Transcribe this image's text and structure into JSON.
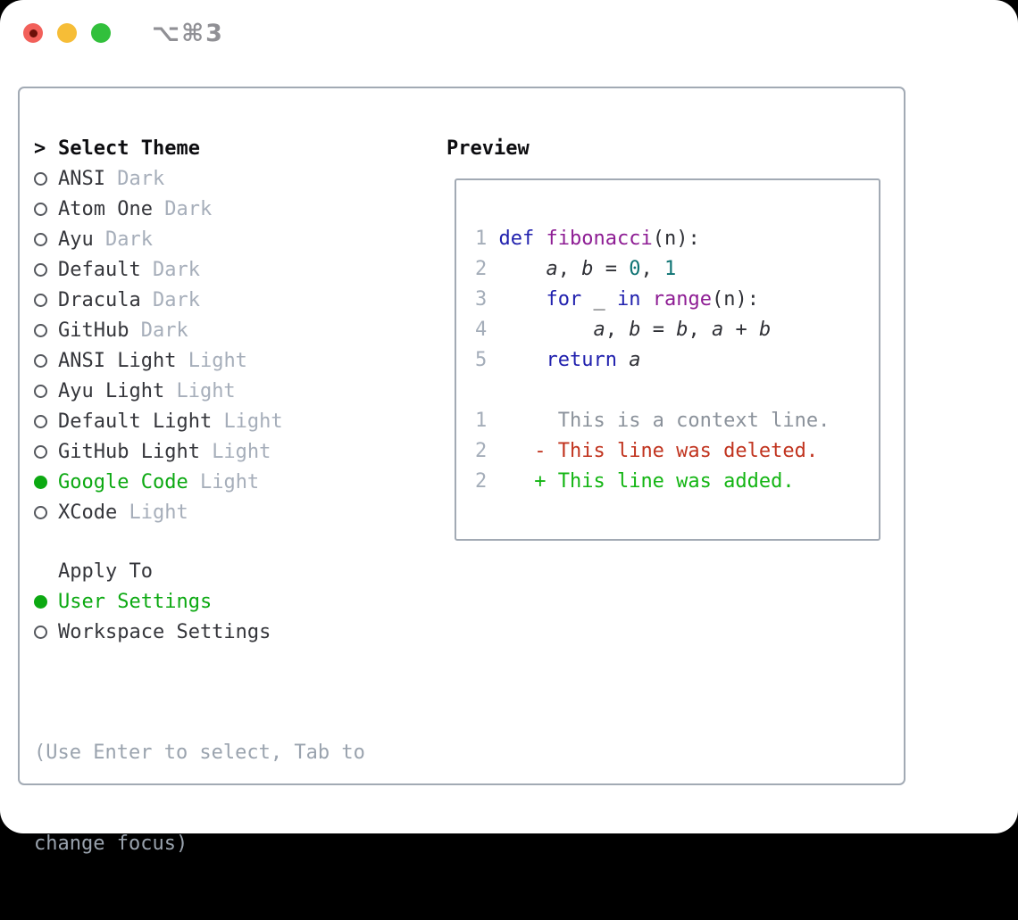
{
  "window": {
    "title": "⌥⌘3"
  },
  "traffic_lights": {
    "close": "#f2605a",
    "minimize": "#f6bd37",
    "zoom": "#32c03c"
  },
  "theme_panel": {
    "header": {
      "prompt": ">",
      "label": "Select Theme"
    },
    "themes": [
      {
        "name": "ANSI",
        "variant": "Dark",
        "selected": false
      },
      {
        "name": "Atom One",
        "variant": "Dark",
        "selected": false
      },
      {
        "name": "Ayu",
        "variant": "Dark",
        "selected": false
      },
      {
        "name": "Default",
        "variant": "Dark",
        "selected": false
      },
      {
        "name": "Dracula",
        "variant": "Dark",
        "selected": false
      },
      {
        "name": "GitHub",
        "variant": "Dark",
        "selected": false
      },
      {
        "name": "ANSI Light",
        "variant": "Light",
        "selected": false
      },
      {
        "name": "Ayu Light",
        "variant": "Light",
        "selected": false
      },
      {
        "name": "Default Light",
        "variant": "Light",
        "selected": false
      },
      {
        "name": "GitHub Light",
        "variant": "Light",
        "selected": false
      },
      {
        "name": "Google Code",
        "variant": "Light",
        "selected": true
      },
      {
        "name": "XCode",
        "variant": "Light",
        "selected": false
      }
    ],
    "apply_to": {
      "header": "Apply To",
      "options": [
        {
          "label": "User Settings",
          "selected": true
        },
        {
          "label": "Workspace Settings",
          "selected": false
        }
      ]
    },
    "help_lines": [
      "(Use Enter to select, Tab to",
      "change focus)"
    ]
  },
  "preview": {
    "header": "Preview",
    "lines": [
      [
        {
          "c": "num",
          "t": "1 "
        },
        {
          "c": "kwd",
          "t": "def "
        },
        {
          "c": "fn",
          "t": "fibonacci"
        },
        {
          "c": "pln",
          "t": "(n):"
        }
      ],
      [
        {
          "c": "num",
          "t": "2 "
        },
        {
          "c": "pln",
          "t": "    "
        },
        {
          "c": "var",
          "t": "a"
        },
        {
          "c": "pln",
          "t": ", "
        },
        {
          "c": "var",
          "t": "b"
        },
        {
          "c": "pln",
          "t": " = "
        },
        {
          "c": "lit",
          "t": "0"
        },
        {
          "c": "pln",
          "t": ", "
        },
        {
          "c": "lit",
          "t": "1"
        }
      ],
      [
        {
          "c": "num",
          "t": "3 "
        },
        {
          "c": "pln",
          "t": "    "
        },
        {
          "c": "kwd",
          "t": "for"
        },
        {
          "c": "pln",
          "t": " _ "
        },
        {
          "c": "kwd",
          "t": "in"
        },
        {
          "c": "pln",
          "t": " "
        },
        {
          "c": "fn",
          "t": "range"
        },
        {
          "c": "pln",
          "t": "(n):"
        }
      ],
      [
        {
          "c": "num",
          "t": "4 "
        },
        {
          "c": "pln",
          "t": "        "
        },
        {
          "c": "var",
          "t": "a"
        },
        {
          "c": "pln",
          "t": ", "
        },
        {
          "c": "var",
          "t": "b"
        },
        {
          "c": "pln",
          "t": " = "
        },
        {
          "c": "var",
          "t": "b"
        },
        {
          "c": "pln",
          "t": ", "
        },
        {
          "c": "var",
          "t": "a"
        },
        {
          "c": "pln",
          "t": " + "
        },
        {
          "c": "var",
          "t": "b"
        }
      ],
      [
        {
          "c": "num",
          "t": "5 "
        },
        {
          "c": "pln",
          "t": "    "
        },
        {
          "c": "kwd",
          "t": "return"
        },
        {
          "c": "pln",
          "t": " "
        },
        {
          "c": "var",
          "t": "a"
        }
      ],
      [],
      [
        {
          "c": "num",
          "t": "1"
        },
        {
          "c": "ctx",
          "t": "      This is a context line."
        }
      ],
      [
        {
          "c": "num",
          "t": "2"
        },
        {
          "c": "pln",
          "t": "    "
        },
        {
          "c": "del",
          "t": "- This line was deleted."
        }
      ],
      [
        {
          "c": "num",
          "t": "2"
        },
        {
          "c": "pln",
          "t": "    "
        },
        {
          "c": "add",
          "t": "+ This line was added."
        }
      ]
    ]
  },
  "colors": {
    "accent_green": "#0ca912",
    "diff_added": "#13b513",
    "diff_deleted": "#c1341f",
    "keyword_blue": "#2121ae",
    "function_purple": "#8e1d94",
    "literal_teal": "#0e7373",
    "muted_gray": "#a6aeba",
    "panel_border": "#a2aab4"
  }
}
